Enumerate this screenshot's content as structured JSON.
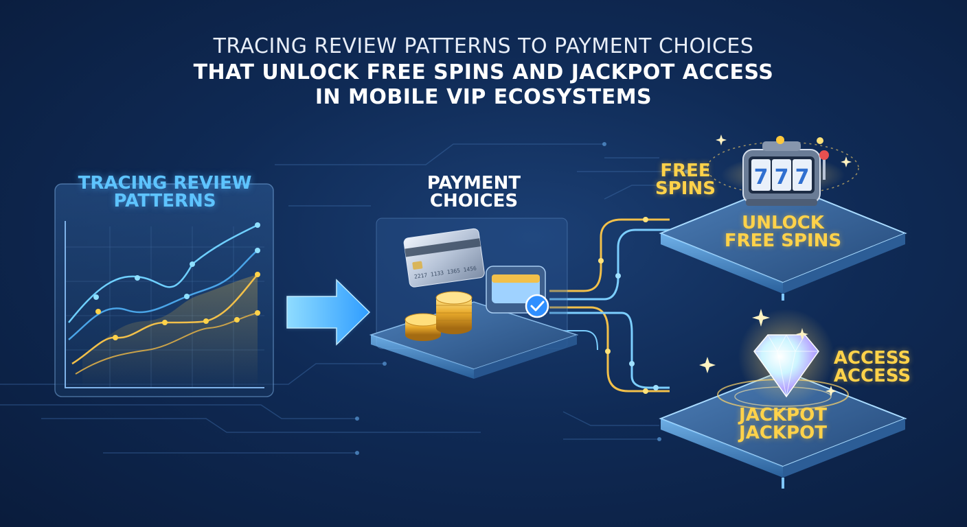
{
  "title": {
    "line1": "TRACING REVIEW PATTERNS TO PAYMENT CHOICES",
    "line2": "THAT UNLOCK FREE SPINS AND JACKPOT ACCESS",
    "line3": "IN MOBILE VIP ECOSYSTEMS"
  },
  "nodes": {
    "trace": {
      "line1": "TRACING REVIEW",
      "line2": "PATTERNS"
    },
    "payment": {
      "line1": "PAYMENT",
      "line2": "CHOICES"
    },
    "free_spins_tag": {
      "line1": "FREE",
      "line2": "SPINS"
    },
    "unlock": {
      "line1": "UNLOCK",
      "line2": "FREE SPINS"
    },
    "access_tag": {
      "line1": "ACCESS",
      "line2": "ACCESS"
    },
    "jackpot": {
      "line1": "JACKPOT",
      "line2": "JACKPOT"
    }
  },
  "card_number": "2217  1133  1365  1456",
  "slot_symbols": [
    "7",
    "7",
    "7"
  ],
  "colors": {
    "accent_blue": "#5ec4ff",
    "gold": "#ffd24a",
    "bg_dark": "#0a1c3c"
  },
  "icons": [
    "line-chart-icon",
    "arrow-right-icon",
    "credit-card-icon",
    "coin-stack-icon",
    "wallet-check-icon",
    "slot-machine-icon",
    "diamond-icon"
  ]
}
